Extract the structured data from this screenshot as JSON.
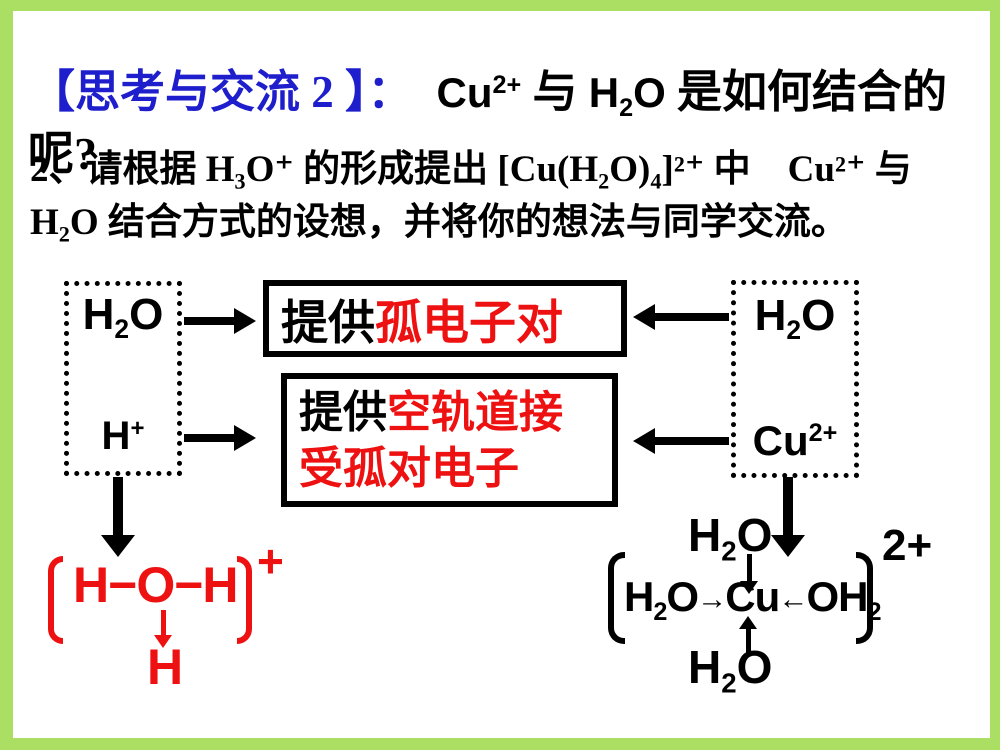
{
  "slide": {
    "background_color": "#ffffff",
    "border_color": "#abdf63"
  },
  "colors": {
    "title_blue": "#1e1ecc",
    "accent_red": "#ee1111",
    "border_green": "#abdf63",
    "ink_black": "#000000"
  },
  "title": {
    "blue": "【思考与交流 2 】：",
    "cu2plus": [
      [
        "n",
        "Cu"
      ],
      [
        "p",
        "2+"
      ]
    ],
    "conj": " 与 ",
    "h2o": [
      [
        "n",
        "H"
      ],
      [
        "b",
        "2"
      ],
      [
        "n",
        "O"
      ]
    ],
    "tail": " 是如何结合的",
    "line2": "呢?"
  },
  "body": {
    "line1": "2、请根据 H₃O⁺ 的形成提出 [Cu(H₂O)₄]²⁺ 中　Cu²⁺ 与",
    "line2": "H₂O 结合方式的设想，并将你的想法与同学交流。"
  },
  "diagram": {
    "left_box": {
      "h2o": [
        [
          "n",
          "H"
        ],
        [
          "b",
          "2"
        ],
        [
          "n",
          "O"
        ]
      ],
      "h_plus": [
        [
          "n",
          "H"
        ],
        [
          "p",
          "+"
        ]
      ]
    },
    "right_box": {
      "h2o": [
        [
          "n",
          "H"
        ],
        [
          "b",
          "2"
        ],
        [
          "n",
          "O"
        ]
      ],
      "cu2plus": [
        [
          "n",
          "Cu"
        ],
        [
          "p",
          "2+"
        ]
      ]
    },
    "lone_pair_box": {
      "prefix": "提供",
      "highlight": "孤电子对"
    },
    "orbital_box": {
      "prefix": "提供",
      "highlight_line1": "空轨道接",
      "highlight_line2": "受孤对电子"
    }
  },
  "h3o_structure": {
    "formula": [
      [
        "n",
        "H"
      ],
      [
        "n",
        "−"
      ],
      [
        "n",
        "O"
      ],
      [
        "n",
        "−"
      ],
      [
        "n",
        "H"
      ]
    ],
    "charge": "+",
    "bottom_h": "H"
  },
  "cu_structure": {
    "top_h2o": [
      [
        "n",
        "H"
      ],
      [
        "b",
        "2"
      ],
      [
        "n",
        "O"
      ]
    ],
    "middle": [
      [
        "n",
        "H"
      ],
      [
        "b",
        "2"
      ],
      [
        "n",
        "O"
      ],
      [
        "a",
        "→"
      ],
      [
        "n",
        "Cu"
      ],
      [
        "a",
        "←"
      ],
      [
        "n",
        "O"
      ],
      [
        "n",
        "H"
      ],
      [
        "b",
        "2"
      ]
    ],
    "bottom_h2o": [
      [
        "n",
        "H"
      ],
      [
        "b",
        "2"
      ],
      [
        "n",
        "O"
      ]
    ],
    "charge": "2+"
  }
}
